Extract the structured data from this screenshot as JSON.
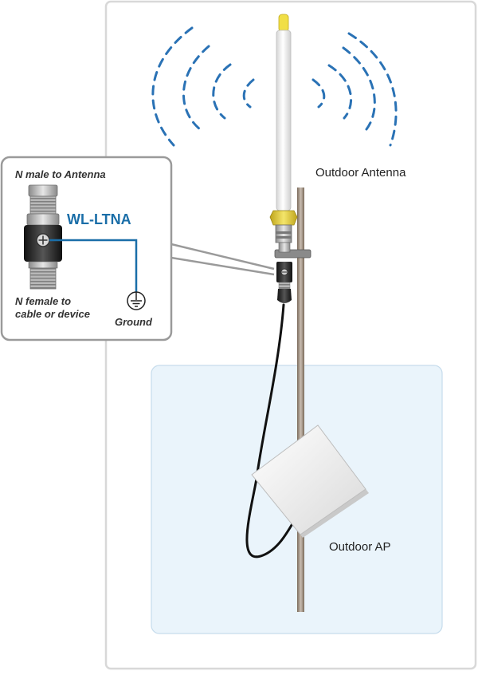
{
  "labels": {
    "outdoor_antenna": "Outdoor Antenna",
    "outdoor_ap": "Outdoor AP",
    "n_male": "N male to Antenna",
    "model": "WL-LTNA",
    "n_female_line1": "N female to",
    "n_female_line2": "cable or device",
    "ground": "Ground"
  },
  "colors": {
    "signal_waves": "#2a72b5",
    "model_text": "#1a6ea8",
    "ground_wire": "#1a6ea8",
    "ap_zone_fill": "#eaf4fb",
    "callout_border": "#9a9a9a",
    "antenna_collar": "#e8d33a"
  },
  "icons": {
    "ground": "ground-symbol-icon",
    "signal": "wireless-signal-waves"
  }
}
